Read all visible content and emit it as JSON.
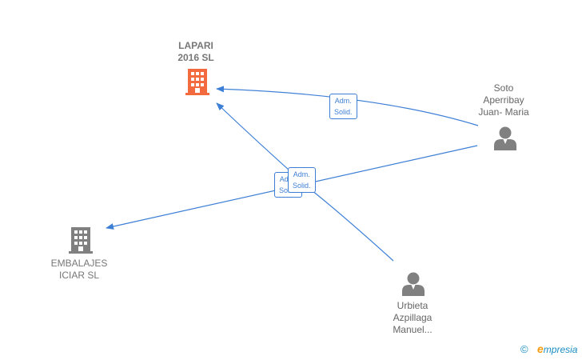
{
  "nodes": {
    "lapari": {
      "line1": "LAPARI",
      "line2": "2016  SL",
      "icon": "building-icon",
      "color": "#f26a3d"
    },
    "embalajes": {
      "line1": "EMBALAJES",
      "line2": "ICIAR  SL",
      "icon": "building-icon",
      "color": "#808080"
    },
    "soto": {
      "line1": "Soto",
      "line2": "Aperribay",
      "line3": "Juan- Maria",
      "icon": "person-icon",
      "color": "#808080"
    },
    "urbieta": {
      "line1": "Urbieta",
      "line2": "Azpillaga",
      "line3": "Manuel...",
      "icon": "person-icon",
      "color": "#808080"
    }
  },
  "edges": [
    {
      "from": "soto",
      "to": "lapari",
      "label1": "Adm.",
      "label2": "Solid."
    },
    {
      "from": "soto",
      "to": "embalajes",
      "label1": "Adm.",
      "label2": "Solid."
    },
    {
      "from": "urbieta",
      "to": "lapari",
      "label1": "Adm.",
      "label2": "Solid."
    }
  ],
  "edge_color": "#3d7fd6",
  "footer": {
    "copyright_symbol": "©",
    "brand_initial": "e",
    "brand_rest": "mpresia"
  }
}
